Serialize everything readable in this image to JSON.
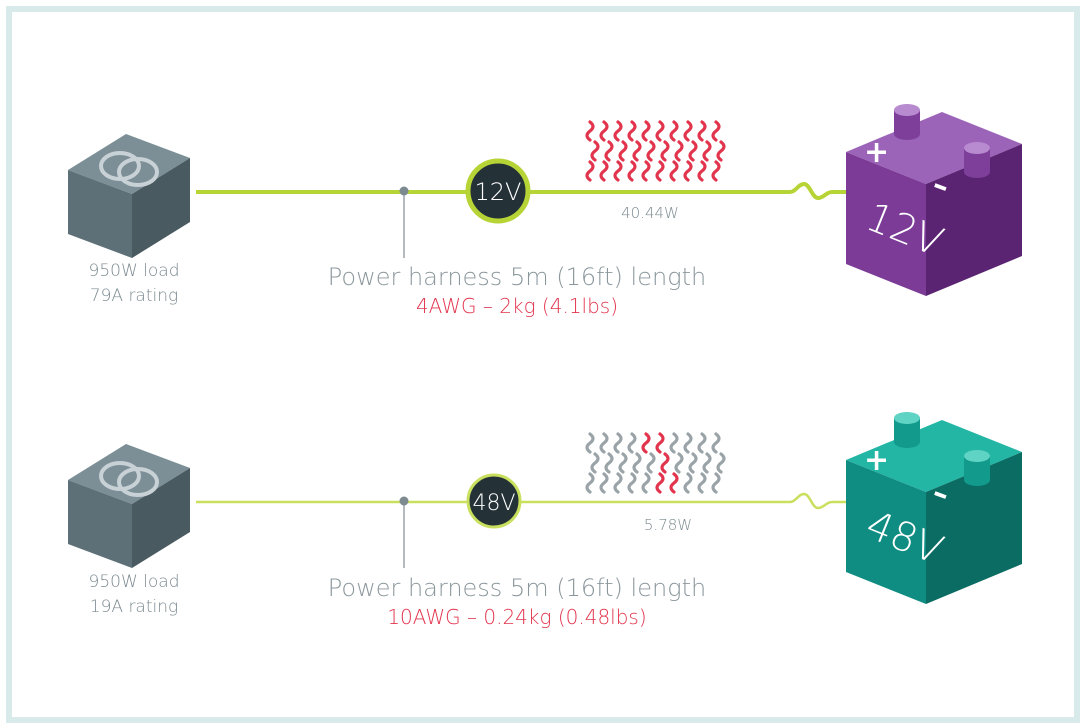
{
  "rows": [
    {
      "id": "12v",
      "load_line1": "950W load",
      "load_line2": "79A rating",
      "node_voltage": "12V",
      "watts": "40.44W",
      "harness_title": "Power harness 5m (16ft) length",
      "harness_spec": "4AWG – 2kg (4.1lbs)",
      "battery_label": "12V",
      "battery_plus": "+",
      "battery_minus": "–",
      "colors": {
        "wire": "#b7d437",
        "battery_top": "#9b64b8",
        "battery_front": "#6b2d86",
        "battery_side": "#4d1d63",
        "terminal": "#8a4fa6",
        "node_ring": "#b7d437"
      }
    },
    {
      "id": "48v",
      "load_line1": "950W load",
      "load_line2": "19A rating",
      "node_voltage": "48V",
      "watts": "5.78W",
      "harness_title": "Power harness 5m (16ft) length",
      "harness_spec": "10AWG – 0.24kg (0.48lbs)",
      "battery_label": "48V",
      "battery_plus": "+",
      "battery_minus": "–",
      "colors": {
        "wire": "#c9df5e",
        "battery_top": "#1fb5a4",
        "battery_front": "#0f8d82",
        "battery_side": "#0a6c63",
        "terminal": "#14a595",
        "node_ring": "#c9df5e"
      }
    }
  ],
  "heat_colors": {
    "hot": "#e2344d",
    "cool": "#9aa3a7"
  }
}
